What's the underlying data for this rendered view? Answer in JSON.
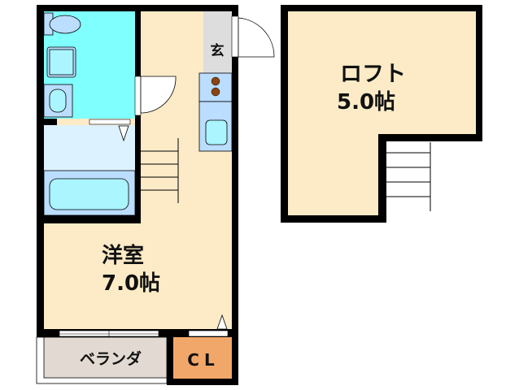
{
  "colors": {
    "wall": "#000000",
    "room_floor": "#FCEBC6",
    "toilet_floor": "#80FFFF",
    "bath_floor": "#DDF2FF",
    "fixture": "#BBDDFF",
    "fixture_inner": "#AAF5FF",
    "entrance": "#DDDDDD",
    "veranda": "#E2DAD2",
    "closet": "#F2A76A",
    "stove_burner": "#8B4513"
  },
  "rooms": {
    "western_room": {
      "name": "洋室",
      "size": "7.0帖"
    },
    "loft": {
      "name": "ロフト",
      "size": "5.0帖"
    },
    "entrance": {
      "label": "玄"
    },
    "veranda": {
      "label": "ベランダ"
    },
    "closet": {
      "label": "CL"
    }
  }
}
